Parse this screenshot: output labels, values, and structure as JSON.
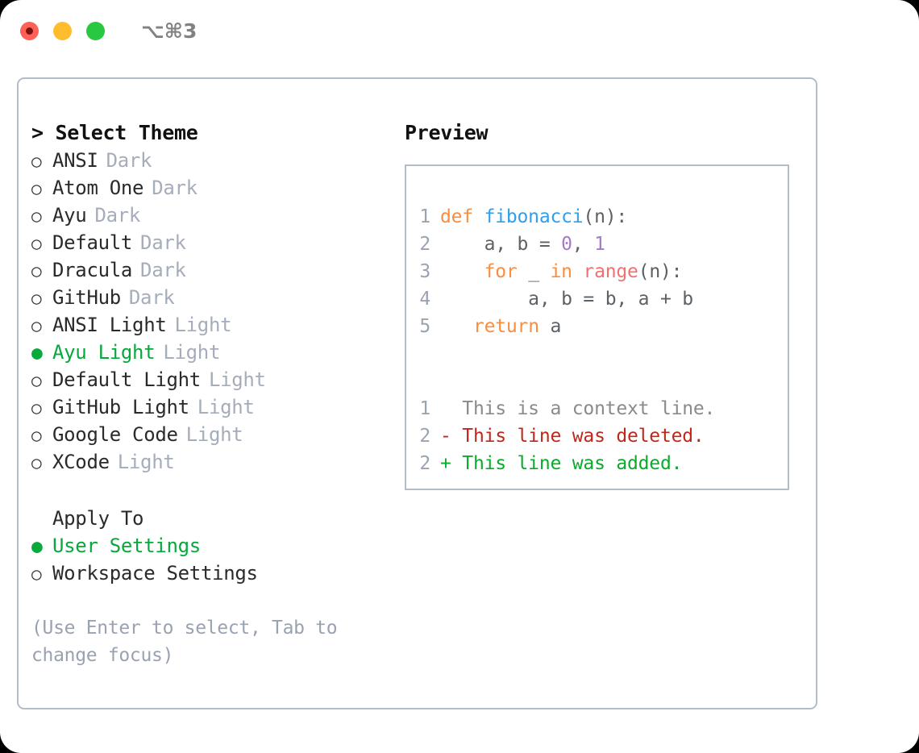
{
  "titlebar": {
    "shortcut": "⌥⌘3",
    "buttons": [
      {
        "name": "close",
        "color": "#ff6159",
        "recording": true
      },
      {
        "name": "minimize",
        "color": "#ffbd2e",
        "recording": false
      },
      {
        "name": "maximize",
        "color": "#28c840",
        "recording": false
      }
    ]
  },
  "theme_panel": {
    "heading": "> Select Theme",
    "options": [
      {
        "marker": "○",
        "label": "ANSI",
        "suffix": "Dark",
        "selected": false
      },
      {
        "marker": "○",
        "label": "Atom One",
        "suffix": "Dark",
        "selected": false
      },
      {
        "marker": "○",
        "label": "Ayu",
        "suffix": "Dark",
        "selected": false
      },
      {
        "marker": "○",
        "label": "Default",
        "suffix": "Dark",
        "selected": false
      },
      {
        "marker": "○",
        "label": "Dracula",
        "suffix": "Dark",
        "selected": false
      },
      {
        "marker": "○",
        "label": "GitHub",
        "suffix": "Dark",
        "selected": false
      },
      {
        "marker": "○",
        "label": "ANSI Light",
        "suffix": "Light",
        "selected": false
      },
      {
        "marker": "●",
        "label": "Ayu Light",
        "suffix": "Light",
        "selected": true
      },
      {
        "marker": "○",
        "label": "Default Light",
        "suffix": "Light",
        "selected": false
      },
      {
        "marker": "○",
        "label": "GitHub Light",
        "suffix": "Light",
        "selected": false
      },
      {
        "marker": "○",
        "label": "Google Code",
        "suffix": "Light",
        "selected": false
      },
      {
        "marker": "○",
        "label": "XCode",
        "suffix": "Light",
        "selected": false
      }
    ]
  },
  "apply_to": {
    "heading": "Apply To",
    "options": [
      {
        "marker": "●",
        "label": "User Settings",
        "selected": true
      },
      {
        "marker": "○",
        "label": "Workspace Settings",
        "selected": false
      }
    ]
  },
  "hint": "(Use Enter to select, Tab to change focus)",
  "preview": {
    "title": "Preview",
    "code_lines": [
      {
        "no": "1",
        "tokens": [
          {
            "t": "def ",
            "c": "kw"
          },
          {
            "t": "fibonacci",
            "c": "fn"
          },
          {
            "t": "(n):",
            "c": "pln"
          }
        ]
      },
      {
        "no": "2",
        "tokens": [
          {
            "t": "    a, b = ",
            "c": "pln"
          },
          {
            "t": "0",
            "c": "num"
          },
          {
            "t": ", ",
            "c": "pln"
          },
          {
            "t": "1",
            "c": "num"
          }
        ]
      },
      {
        "no": "3",
        "tokens": [
          {
            "t": "    ",
            "c": "pln"
          },
          {
            "t": "for",
            "c": "kw"
          },
          {
            "t": " _ ",
            "c": "pln"
          },
          {
            "t": "in",
            "c": "kw"
          },
          {
            "t": " ",
            "c": "pln"
          },
          {
            "t": "range",
            "c": "call"
          },
          {
            "t": "(n):",
            "c": "pln"
          }
        ]
      },
      {
        "no": "4",
        "tokens": [
          {
            "t": "        a, b = b, a + b",
            "c": "pln"
          }
        ]
      },
      {
        "no": "5",
        "tokens": [
          {
            "t": "   ",
            "c": "pln"
          },
          {
            "t": "return",
            "c": "kw"
          },
          {
            "t": " a",
            "c": "pln"
          }
        ]
      }
    ],
    "diff_lines": [
      {
        "no": "1",
        "prefix": "  ",
        "text": "This is a context line.",
        "kind": "ctx"
      },
      {
        "no": "2",
        "prefix": "- ",
        "text": "This line was deleted.",
        "kind": "del"
      },
      {
        "no": "2",
        "prefix": "+ ",
        "text": "This line was added.",
        "kind": "add"
      }
    ]
  },
  "colors": {
    "accent_green": "#07a83c",
    "border": "#b4bcc8",
    "muted": "#a5adbb",
    "hint": "#99a2b0",
    "keyword": "#fa8d3e",
    "function": "#2f9fee",
    "number": "#a37acc",
    "call": "#f07171",
    "plain": "#5c6166",
    "diff_context": "#8a8a8a",
    "diff_deleted": "#c0271b",
    "diff_added": "#0aab2b"
  }
}
